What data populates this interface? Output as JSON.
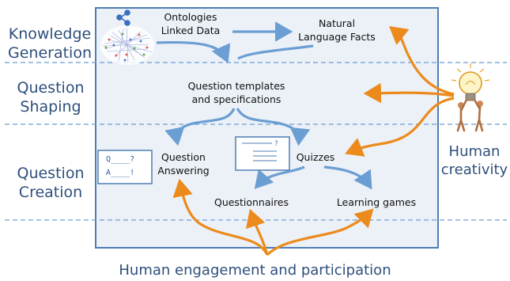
{
  "colors": {
    "frame": "#4f7db4",
    "frame_fill": "#ecf1f8",
    "flow_arrow": "#6b9ed2",
    "human_arrow": "#ec8b1c",
    "stage_text": "#2e4f7c"
  },
  "stages": [
    {
      "line1": "Knowledge",
      "line2": "Generation"
    },
    {
      "line1": "Question",
      "line2": "Shaping"
    },
    {
      "line1": "Question",
      "line2": "Creation"
    }
  ],
  "nodes": {
    "ontologies": {
      "line1": "Ontologies",
      "line2": "Linked Data"
    },
    "facts": {
      "line1": "Natural",
      "line2": "Language Facts"
    },
    "templates": {
      "line1": "Question templates",
      "line2": "and specifications"
    },
    "qa": {
      "line1": "Question",
      "line2": "Answering"
    },
    "quizzes": "Quizzes",
    "questionnaires": "Questionnaires",
    "games": "Learning games"
  },
  "qa_card": {
    "line1": "Q____?",
    "line2": "A____!"
  },
  "human": {
    "line1": "Human",
    "line2": "creativity"
  },
  "bottom_label": "Human engagement and participation",
  "icons": [
    "share-icon",
    "graph-network-icon",
    "quiz-sheet-icon",
    "lightbulb-people-icon"
  ]
}
